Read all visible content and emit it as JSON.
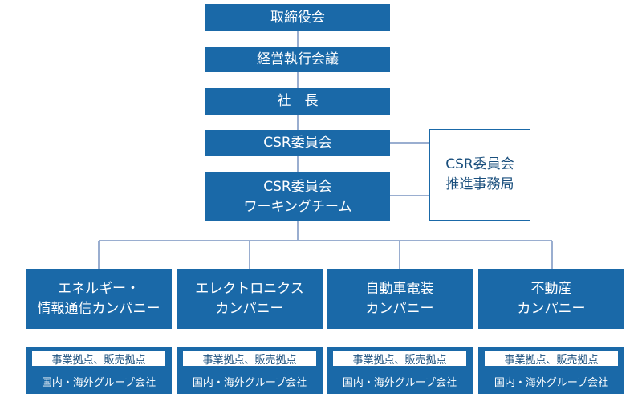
{
  "top_boxes": {
    "board": "取締役会",
    "exec_meeting": "経営執行会議",
    "president": "社　長",
    "csr_committee": "CSR委員会",
    "csr_working_team": "CSR委員会\nワーキングチーム"
  },
  "side_box": {
    "csr_secretariat": "CSR委員会\n推進事務局"
  },
  "companies": [
    {
      "name": "エネルギー・\n情報通信カンパニー",
      "sub_top": "事業拠点、販売拠点",
      "sub_bottom": "国内・海外グループ会社"
    },
    {
      "name": "エレクトロニクス\nカンパニー",
      "sub_top": "事業拠点、販売拠点",
      "sub_bottom": "国内・海外グループ会社"
    },
    {
      "name": "自動車電装\nカンパニー",
      "sub_top": "事業拠点、販売拠点",
      "sub_bottom": "国内・海外グループ会社"
    },
    {
      "name": "不動産\nカンパニー",
      "sub_top": "事業拠点、販売拠点",
      "sub_bottom": "国内・海外グループ会社"
    }
  ],
  "colors": {
    "box_fill": "#1a69a8",
    "connector": "#9aaed0",
    "side_text": "#1a4f7d"
  }
}
